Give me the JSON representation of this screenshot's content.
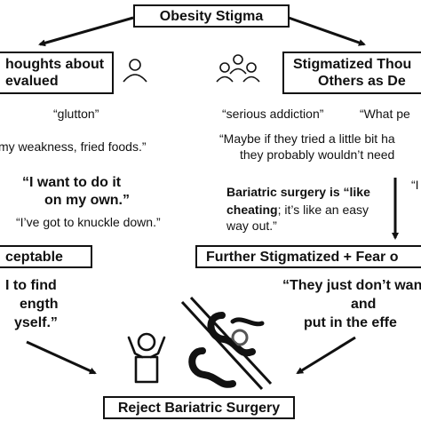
{
  "title_box": "Obesity Stigma",
  "left_box": {
    "line1": "houghts about",
    "line2": "evalued"
  },
  "right_box": {
    "line1": "Stigmatized Thou",
    "line2": "Others as De"
  },
  "left_quotes": {
    "q1": "“glutton”",
    "q2": "my weakness, fried foods.”",
    "q3_line1": "“I want to do it",
    "q3_line2": "on my own.”",
    "q4": "“I’ve got to knuckle down.”"
  },
  "right_quotes": {
    "q1": "“serious addiction”",
    "q2": "“What pe",
    "q3_line1": "“Maybe if they tried a little bit ha",
    "q3_line2": "they probably wouldn’t need",
    "q4_line1": "Bariatric surgery is “like",
    "q4_cheat": "cheating",
    "q4_rest": "; it’s like an easy",
    "q4_line3": "way out.”",
    "q5": "“I"
  },
  "left_lower_box": "ceptable",
  "left_lower_quote": {
    "line1": "I to find",
    "line2": "ength",
    "line3": "yself.”"
  },
  "right_lower_box": "Further Stigmatized + Fear o",
  "right_lower_quote": {
    "line1": "“They just don’t wan",
    "line2": "and",
    "line3": "put in the effe"
  },
  "bottom_box": "Reject Bariatric Surgery",
  "icons": [
    "person-icon",
    "group-icon",
    "frustrated-person-icon",
    "crossed-out-stomach-icon"
  ]
}
